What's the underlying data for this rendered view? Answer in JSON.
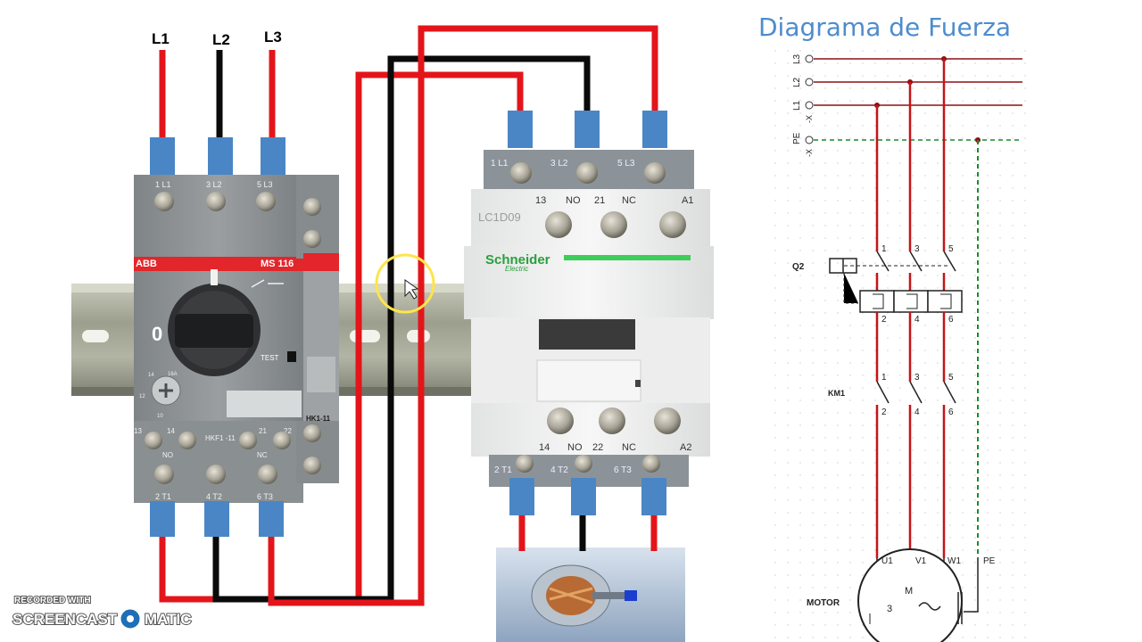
{
  "colors": {
    "wire_red": "#e3151a",
    "wire_black": "#0a0a0a",
    "terminal_blue": "#4a86c5",
    "device_gray": "#8d9193",
    "abb_red": "#e2262b",
    "schneider_green": "#3dcd58",
    "title_blue": "#4e8ccd",
    "schematic_red": "#c41418",
    "pe_green": "#1f8a2a",
    "cursor_yellow": "#ffe44a"
  },
  "wiring": {
    "supply_labels": [
      "L1",
      "L2",
      "L3"
    ]
  },
  "breaker": {
    "brand": "ABB",
    "model": "MS 116",
    "top_terminals": [
      "1 L1",
      "3 L2",
      "5 L3"
    ],
    "aux_top": [
      "13",
      "14",
      "HKF1 -11",
      "21",
      "22"
    ],
    "aux_bottom": [
      "NO",
      "NC"
    ],
    "bottom_terminals": [
      "2 T1",
      "4 T2",
      "6 T3"
    ],
    "off_label": "0",
    "test_label": "TEST",
    "aux_block": "HK1-11",
    "dial_marks": [
      "14",
      "16A",
      "12",
      "10"
    ]
  },
  "contactor": {
    "brand": "Schneider",
    "brand_sub": "Electric",
    "model": "LC1D09",
    "top_terminals": [
      "1 L1",
      "3 L2",
      "5 L3"
    ],
    "top_aux_labels": [
      "13",
      "NO",
      "21",
      "NC",
      "A1"
    ],
    "bottom_aux_labels": [
      "14",
      "NO",
      "22",
      "NC",
      "A2"
    ],
    "bottom_terminals": [
      "2 T1",
      "4 T2",
      "6 T3"
    ]
  },
  "schematic": {
    "title": "Diagrama de Fuerza",
    "lines": [
      "L3",
      "L2",
      "L1",
      "PE"
    ],
    "x_marks": [
      "-X",
      "-X"
    ],
    "q2_label": "Q2",
    "km1_label": "KM1",
    "top_numbers": [
      "1",
      "3",
      "5"
    ],
    "mid_numbers": [
      "2",
      "4",
      "6"
    ],
    "km_top": [
      "1",
      "3",
      "5"
    ],
    "km_bottom": [
      "2",
      "4",
      "6"
    ],
    "motor_terminals": [
      "U1",
      "V1",
      "W1",
      "PE"
    ],
    "motor_label": "MOTOR",
    "motor_m": "M",
    "motor_3": "3",
    "motor_tilde": "~"
  },
  "watermark": {
    "line1": "RECORDED WITH",
    "line2a": "SCREENCAST",
    "line2b": "MATIC"
  }
}
